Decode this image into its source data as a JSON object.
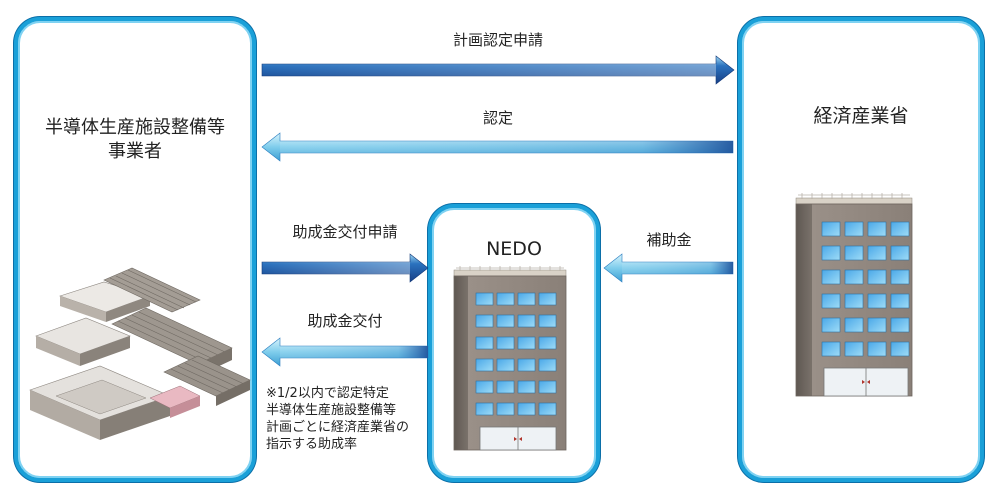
{
  "entities": {
    "operator": {
      "line1": "半導体生産施設整備等",
      "line2": "事業者"
    },
    "meti": {
      "name": "経済産業省"
    },
    "nedo": {
      "name": "NEDO"
    }
  },
  "flows": {
    "plan_application": "計画認定申請",
    "certification": "認定",
    "grant_application": "助成金交付申請",
    "subsidy": "補助金",
    "grant_disbursement": "助成金交付"
  },
  "note": {
    "line1": "※1/2以内で認定特定",
    "line2": "半導体生産施設整備等",
    "line3": "計画ごとに経済産業省の",
    "line4": "指示する助成率"
  },
  "colors": {
    "box_border": "#1aa0d8",
    "arrow_dark": "#1d5ea8",
    "arrow_light": "#7fd0ef"
  }
}
